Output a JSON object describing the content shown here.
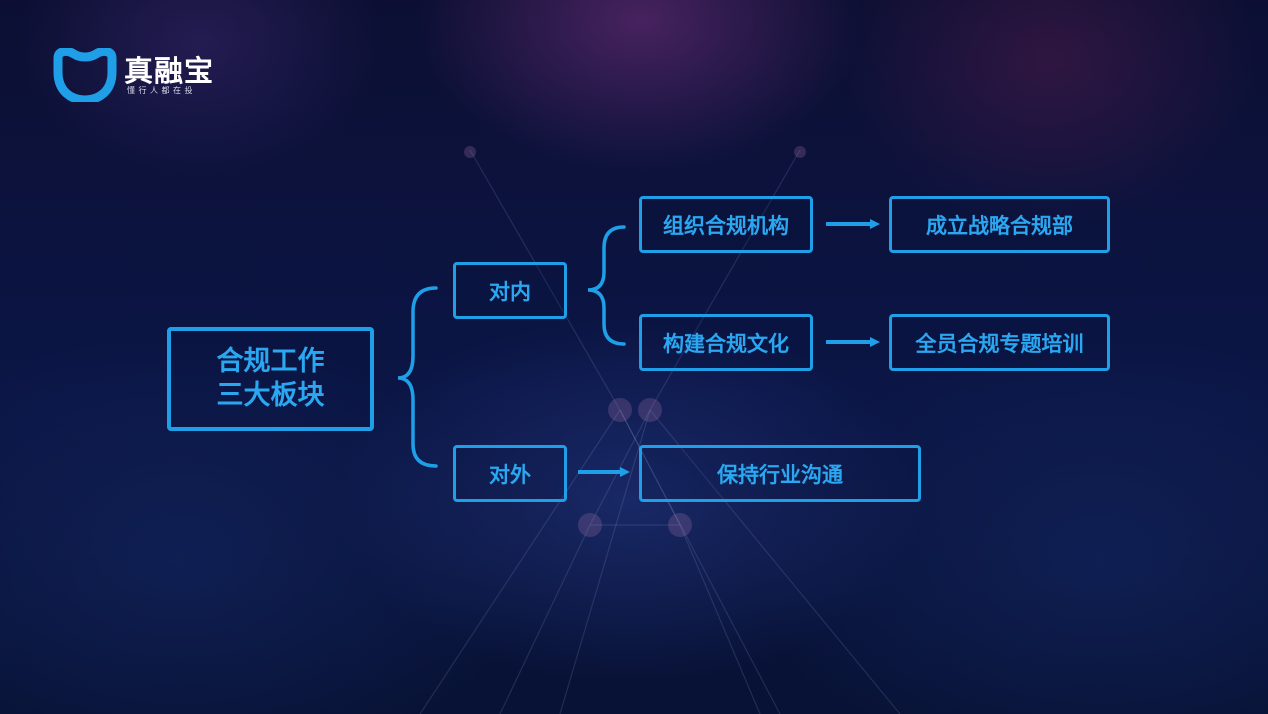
{
  "logo": {
    "name": "真融宝",
    "slogan": "懂行人都在投",
    "icon": "smile-bracket-logo-icon",
    "color": "#1e9fe8"
  },
  "diagram": {
    "root": {
      "line1": "合规工作",
      "line2": "三大板块"
    },
    "internal": {
      "label": "对内",
      "items": [
        {
          "label": "组织合规机构",
          "result": "成立战略合规部"
        },
        {
          "label": "构建合规文化",
          "result": "全员合规专题培训"
        }
      ]
    },
    "external": {
      "label": "对外",
      "result": "保持行业沟通"
    }
  },
  "colors": {
    "accent": "#1e9fe8",
    "background": "#0b1646"
  }
}
